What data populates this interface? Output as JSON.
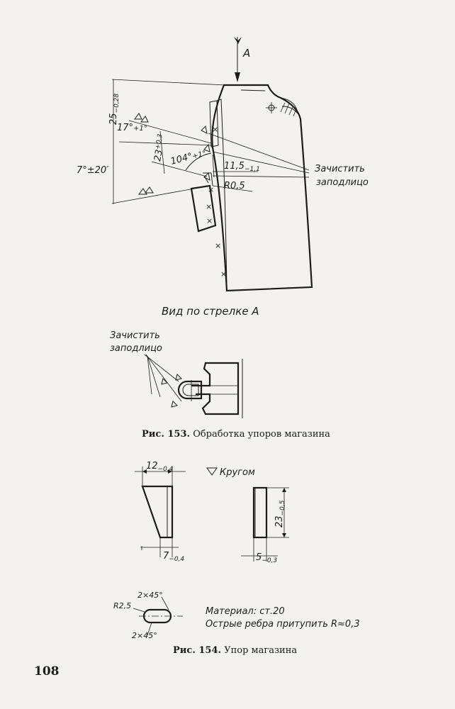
{
  "page": {
    "page_number": "108"
  },
  "fig153": {
    "view_label": "A",
    "dim_height_top": "25",
    "dim_height_top_tol": "−0,28",
    "dim_angle_17": "17°",
    "dim_angle_17_tol": "+1°",
    "dim_height_23": "23",
    "dim_height_23_tol": "+0,3",
    "dim_angle_104": "104°",
    "dim_angle_104_tol": "+1°",
    "dim_angle_7": "7°±20′",
    "dim_width_11": "11,5",
    "dim_width_11_tol": "−1,1",
    "radius_label": "R0,5",
    "note_line1": "Зачистить",
    "note_line2": "заподлицо",
    "section_title": "Вид по стрелке А",
    "detail_note_line1": "Зачистить",
    "detail_note_line2": "заподлицо",
    "caption_number": "Рис. 153.",
    "caption_text": "Обработка упоров магазина"
  },
  "fig154": {
    "dim_12": "12",
    "dim_12_tol": "−0,4",
    "surface_all_round": "Кругом",
    "dim_23": "23",
    "dim_23_tol": "−0,5",
    "dim_7": "7",
    "dim_7_tol": "−0,4",
    "dim_5": "5",
    "dim_5_tol": "−0,3",
    "radius_label": "R2,5",
    "chamfer_top": "2×45°",
    "chamfer_bottom": "2×45°",
    "material_note": "Материал: ст.20",
    "edges_note": "Острые ребра притупить R≈0,3",
    "caption_number": "Рис. 154.",
    "caption_text": "Упор магазина"
  }
}
